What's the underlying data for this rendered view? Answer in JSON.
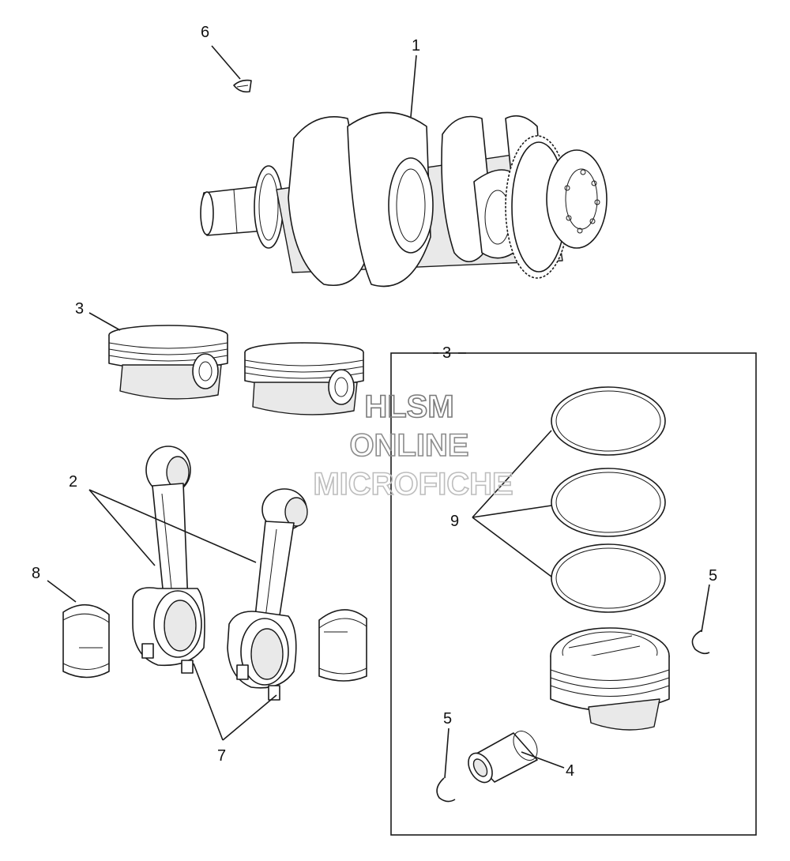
{
  "callouts": {
    "c1": "1",
    "c2": "2",
    "c3_left": "3",
    "c3_box": "3",
    "c4": "4",
    "c5_right": "5",
    "c5_bottom": "5",
    "c6": "6",
    "c7": "7",
    "c8": "8",
    "c9": "9"
  },
  "watermark": {
    "line1": "HLSM",
    "line2": "ONLINE",
    "line3": "MICROFICHE"
  },
  "colors": {
    "line": "#1a1a1a",
    "part_fill": "#ffffff",
    "shade": "#e9e9e9",
    "watermark_stroke": "#8c8c8c"
  }
}
